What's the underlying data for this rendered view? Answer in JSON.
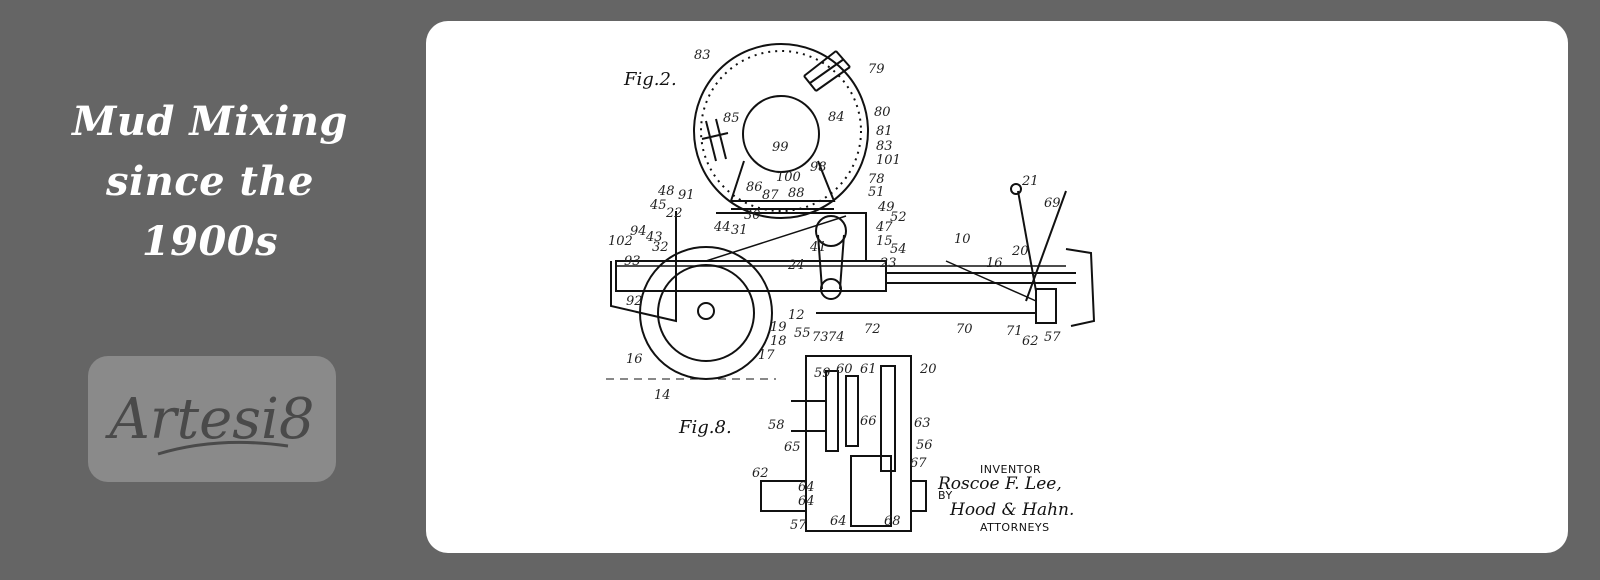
{
  "headline": {
    "line1": "Mud Mixing",
    "line2": "since the",
    "line3": "1900s"
  },
  "logo": {
    "text": "Artesi8"
  },
  "patent": {
    "fig_main": "Fig.2.",
    "fig_detail": "Fig.8.",
    "inventor_label": "INVENTOR",
    "inventor_name": "Roscoe F. Lee,",
    "by_label": "BY",
    "attorneys_signature": "Hood & Hahn.",
    "attorneys_label": "ATTORNEYS",
    "ref_numbers": [
      "83",
      "79",
      "80",
      "84",
      "81",
      "83",
      "101",
      "85",
      "99",
      "98",
      "100",
      "78",
      "51",
      "86",
      "87",
      "88",
      "48",
      "91",
      "45",
      "22",
      "30",
      "44",
      "31",
      "49",
      "52",
      "47",
      "15",
      "54",
      "94",
      "43",
      "32",
      "102",
      "41",
      "23",
      "24",
      "93",
      "92",
      "16",
      "14",
      "17",
      "18",
      "19",
      "12",
      "55",
      "73",
      "74",
      "72",
      "10",
      "21",
      "69",
      "16",
      "20",
      "70",
      "71",
      "62",
      "57",
      "59",
      "60",
      "61",
      "20",
      "58",
      "66",
      "63",
      "65",
      "56",
      "67",
      "62",
      "64",
      "64",
      "57",
      "64",
      "68"
    ]
  },
  "colors": {
    "page_bg": "#656565",
    "card_bg": "#ffffff",
    "logo_bg": "#8a8a8a",
    "logo_ink": "#4a4a4a",
    "drawing_ink": "#111111"
  }
}
